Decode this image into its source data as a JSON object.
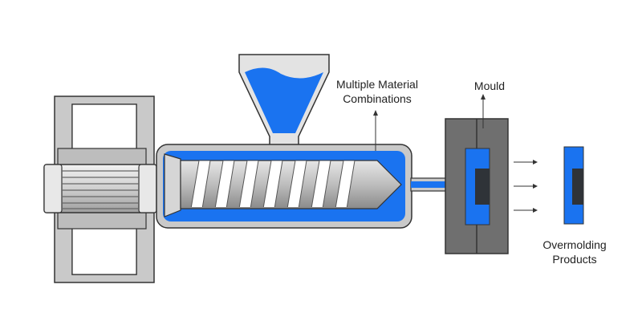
{
  "labels": {
    "materials_line1": "Multiple Material",
    "materials_line2": "Combinations",
    "mould": "Mould",
    "products_line1": "Overmolding",
    "products_line2": "Products"
  },
  "colors": {
    "accent_blue": "#1a73f0",
    "steel_light": "#d9d9d9",
    "steel_mid": "#a8a8a8",
    "steel_dark": "#6f6f6f",
    "insert_dark": "#2f3338",
    "outline": "#333333"
  }
}
